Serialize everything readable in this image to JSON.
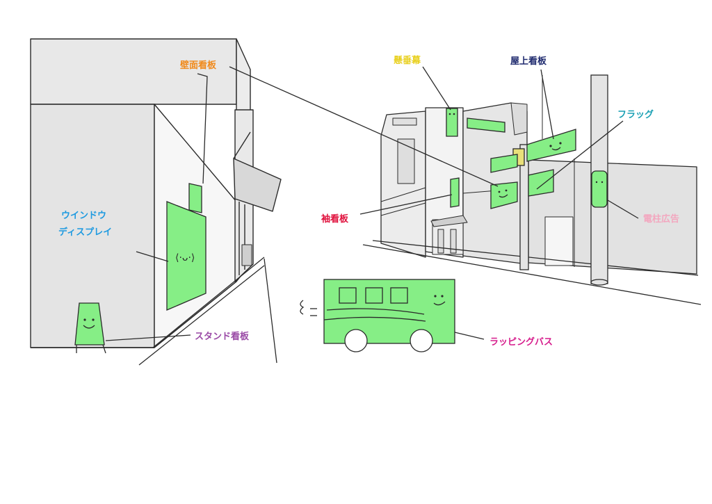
{
  "labels": {
    "wall_sign": "壁面看板",
    "hanging_banner": "懸垂幕",
    "rooftop_sign": "屋上看板",
    "flag": "フラッグ",
    "window_display_line1": "ウインドウ",
    "window_display_line2": "ディスプレイ",
    "projecting_sign": "袖看板",
    "pole_ad": "電柱広告",
    "standing_sign": "スタンド看板",
    "wrapping_bus": "ラッピングバス"
  },
  "colors": {
    "sign_green": "#86ee86",
    "building_gray": "#e4e4e4",
    "outline": "#2a2a2a",
    "wall_sign": "#f08a1c",
    "hanging_banner": "#e8cf1a",
    "rooftop_sign": "#1e2a6e",
    "flag": "#1aa0b4",
    "window_display": "#1e9ae0",
    "projecting_sign": "#e0103c",
    "pole_ad": "#f3a7bf",
    "standing_sign": "#9a4aa6",
    "wrapping_bus": "#d61c8c"
  }
}
